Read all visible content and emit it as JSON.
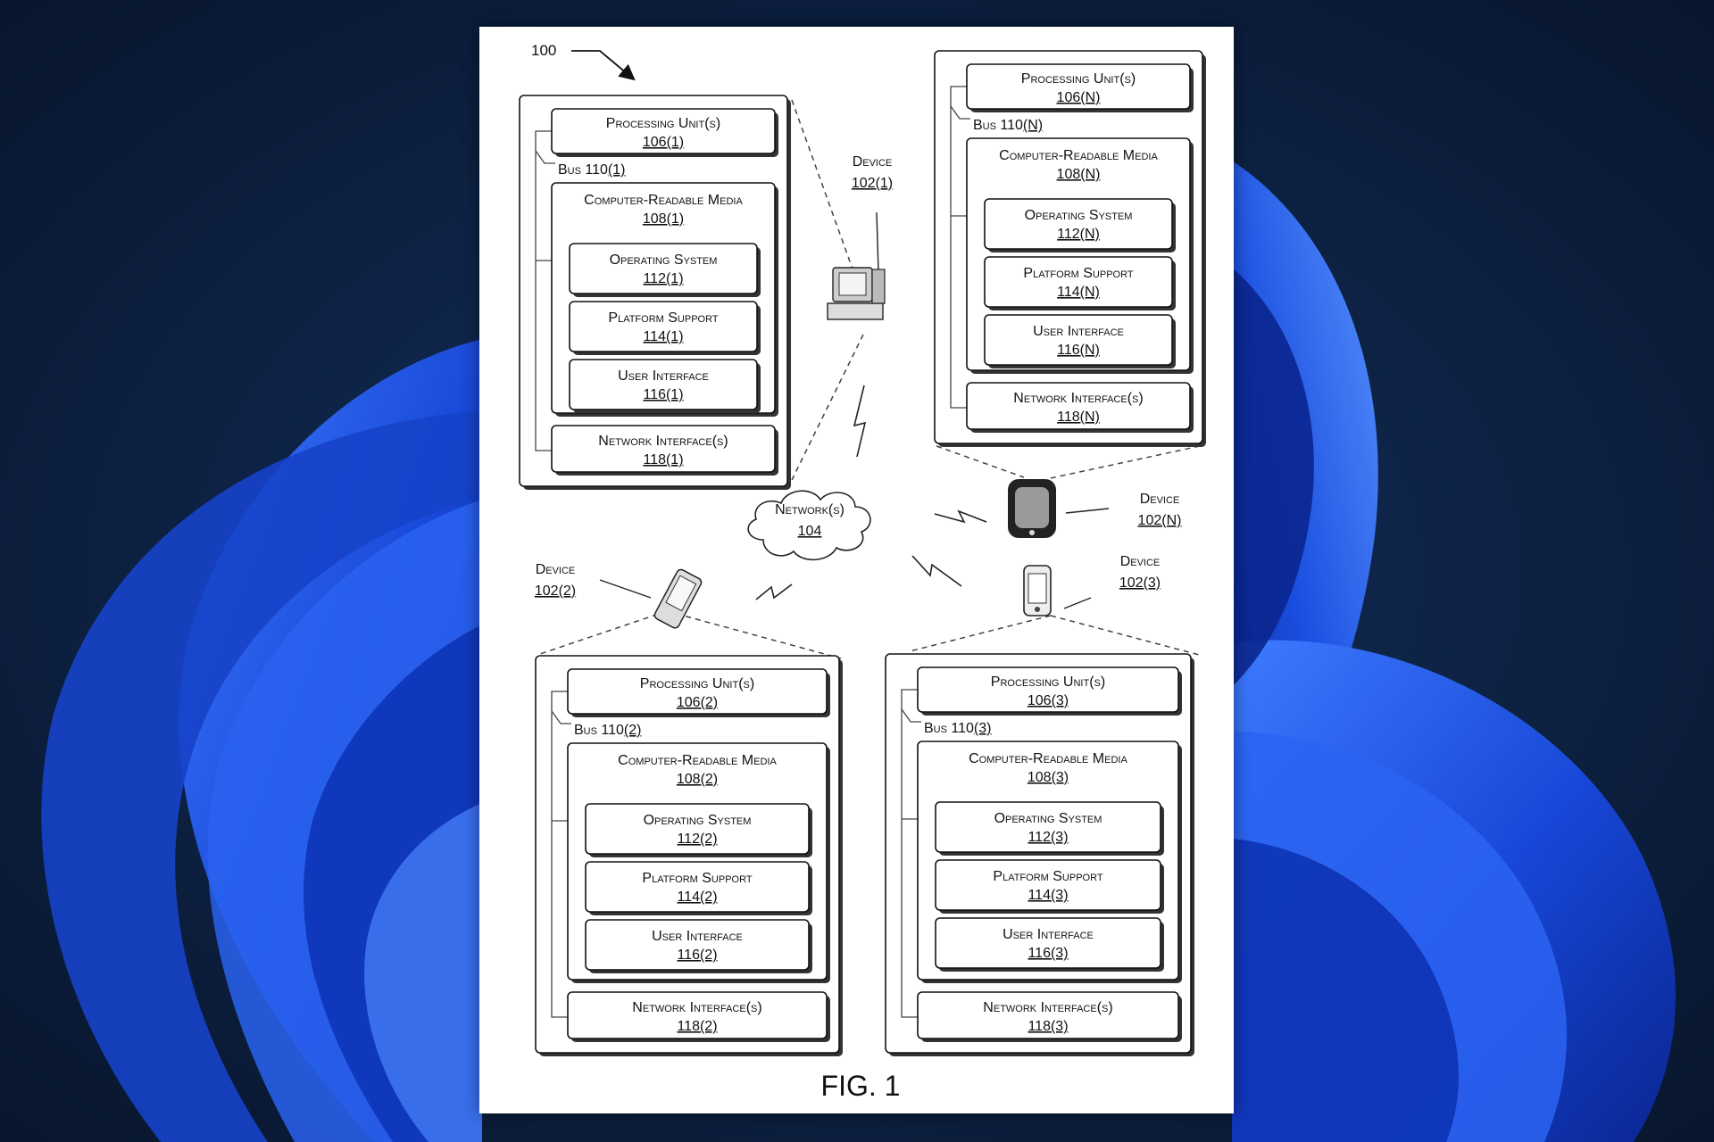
{
  "figure": {
    "ref": "100",
    "caption": "FIG. 1",
    "network": {
      "label": "Network(s)",
      "ref": "104"
    }
  },
  "device_labels": [
    {
      "label": "Device",
      "ref": "102(1)"
    },
    {
      "label": "Device",
      "ref": "102(2)"
    },
    {
      "label": "Device",
      "ref": "102(3)"
    },
    {
      "label": "Device",
      "ref": "102(N)"
    }
  ],
  "devices": [
    {
      "processing": {
        "label": "Processing Unit(s)",
        "ref": "106(1)"
      },
      "bus": {
        "label": "Bus 110",
        "ref": "(1)"
      },
      "media": {
        "label": "Computer-Readable Media",
        "ref": "108(1)"
      },
      "os": {
        "label": "Operating System",
        "ref": "112(1)"
      },
      "platform": {
        "label": "Platform Support",
        "ref": "114(1)"
      },
      "ui": {
        "label": "User Interface",
        "ref": "116(1)"
      },
      "network": {
        "label": "Network Interface(s)",
        "ref": "118(1)"
      }
    },
    {
      "processing": {
        "label": "Processing Unit(s)",
        "ref": "106(N)"
      },
      "bus": {
        "label": "Bus 110",
        "ref": "(N)"
      },
      "media": {
        "label": "Computer-Readable Media",
        "ref": "108(N)"
      },
      "os": {
        "label": "Operating System",
        "ref": "112(N)"
      },
      "platform": {
        "label": "Platform Support",
        "ref": "114(N)"
      },
      "ui": {
        "label": "User Interface",
        "ref": "116(N)"
      },
      "network": {
        "label": "Network Interface(s)",
        "ref": "118(N)"
      }
    },
    {
      "processing": {
        "label": "Processing Unit(s)",
        "ref": "106(2)"
      },
      "bus": {
        "label": "Bus 110",
        "ref": "(2)"
      },
      "media": {
        "label": "Computer-Readable Media",
        "ref": "108(2)"
      },
      "os": {
        "label": "Operating System",
        "ref": "112(2)"
      },
      "platform": {
        "label": "Platform Support",
        "ref": "114(2)"
      },
      "ui": {
        "label": "User Interface",
        "ref": "116(2)"
      },
      "network": {
        "label": "Network Interface(s)",
        "ref": "118(2)"
      }
    },
    {
      "processing": {
        "label": "Processing Unit(s)",
        "ref": "106(3)"
      },
      "bus": {
        "label": "Bus 110",
        "ref": "(3)"
      },
      "media": {
        "label": "Computer-Readable Media",
        "ref": "108(3)"
      },
      "os": {
        "label": "Operating System",
        "ref": "112(3)"
      },
      "platform": {
        "label": "Platform Support",
        "ref": "114(3)"
      },
      "ui": {
        "label": "User Interface",
        "ref": "116(3)"
      },
      "network": {
        "label": "Network Interface(s)",
        "ref": "118(3)"
      }
    }
  ]
}
